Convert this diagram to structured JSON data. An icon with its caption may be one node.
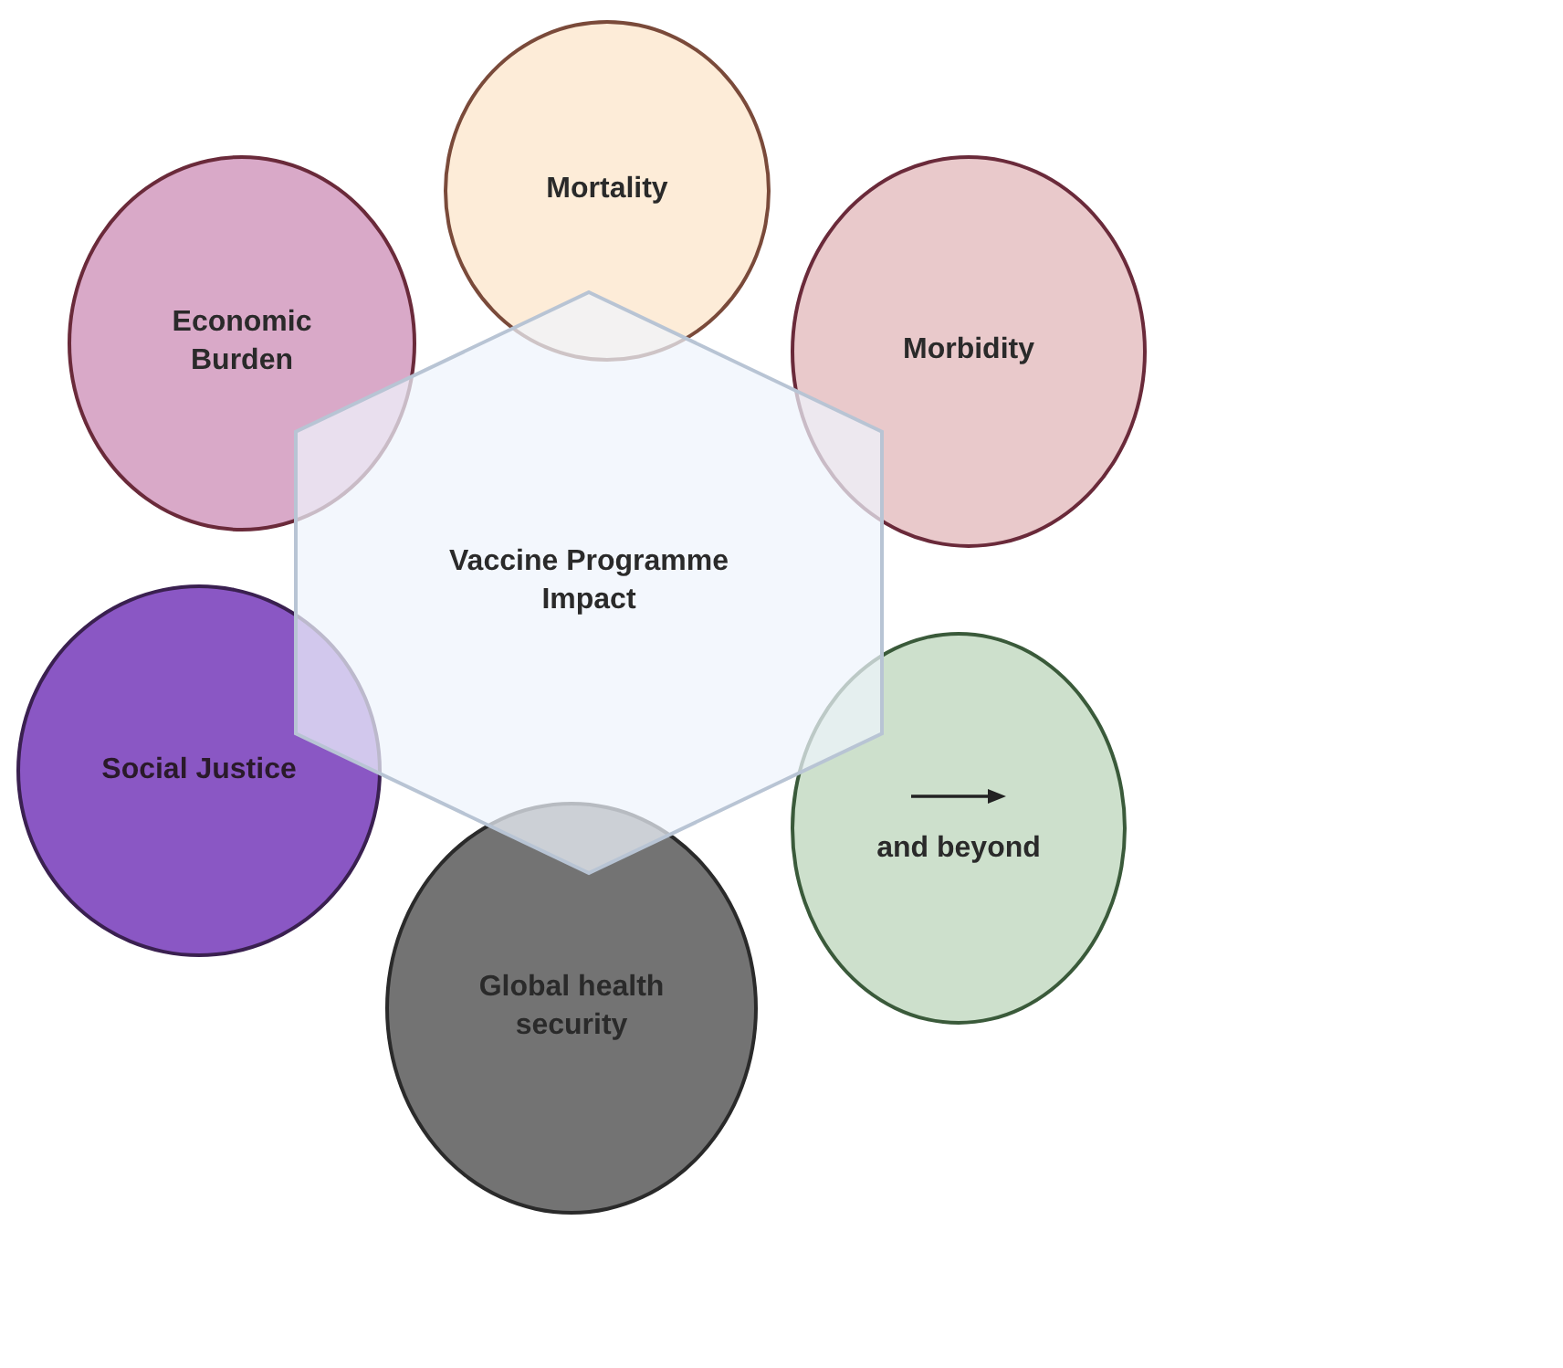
{
  "diagram": {
    "nodes": [
      {
        "text": [
          "Mortality"
        ]
      },
      {
        "text": [
          "Economic Burden"
        ]
      },
      {
        "text": [
          "Morbidity"
        ]
      },
      {
        "text": [
          "Vaccine Programme Impact"
        ]
      },
      {
        "text": [
          "Social Justice"
        ]
      },
      {
        "text": [
          "and beyond"
        ]
      },
      {
        "text": [
          "Global health security"
        ]
      }
    ]
  }
}
